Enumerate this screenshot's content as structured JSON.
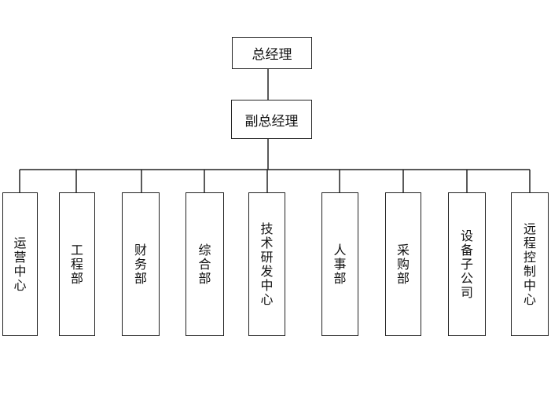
{
  "chart": {
    "root": "总经理",
    "deputy": "副总经理",
    "departments": [
      "运营中心",
      "工程部",
      "财务部",
      "综合部",
      "技术研发中心",
      "人事部",
      "采购部",
      "设备子公司",
      "远程控制中心"
    ]
  },
  "colors": {
    "line": "#222222",
    "box_border": "#222222",
    "text": "#111111"
  }
}
